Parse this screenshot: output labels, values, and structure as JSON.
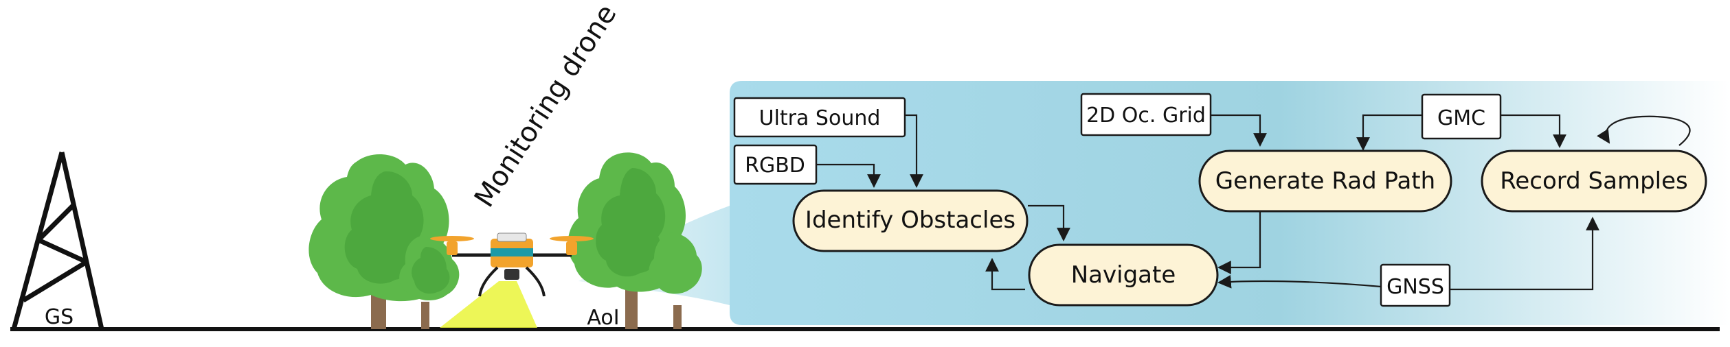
{
  "labels": {
    "ground_station": "GS",
    "area_of_interest": "AoI",
    "drone": "Monitoring drone"
  },
  "inputs": {
    "ultra_sound": "Ultra Sound",
    "rgbd": "RGBD",
    "occupancy_grid": "2D Oc. Grid",
    "gmc": "GMC",
    "gnss": "GNSS"
  },
  "processes": {
    "identify_obstacles": "Identify Obstacles",
    "navigate": "Navigate",
    "generate_path": "Generate Rad Path",
    "record_samples": "Record Samples"
  },
  "colors": {
    "process_fill": "#fdf3d6",
    "panel_left": "#a9d9ea",
    "panel_mid": "#a2d6e3",
    "tree_green": "#5db84a",
    "tree_dark": "#3f9a34",
    "trunk": "#8b6b4e",
    "drone_orange": "#f2a32c",
    "drone_teal": "#1e9aa6",
    "light_beam": "#eaf53a"
  }
}
